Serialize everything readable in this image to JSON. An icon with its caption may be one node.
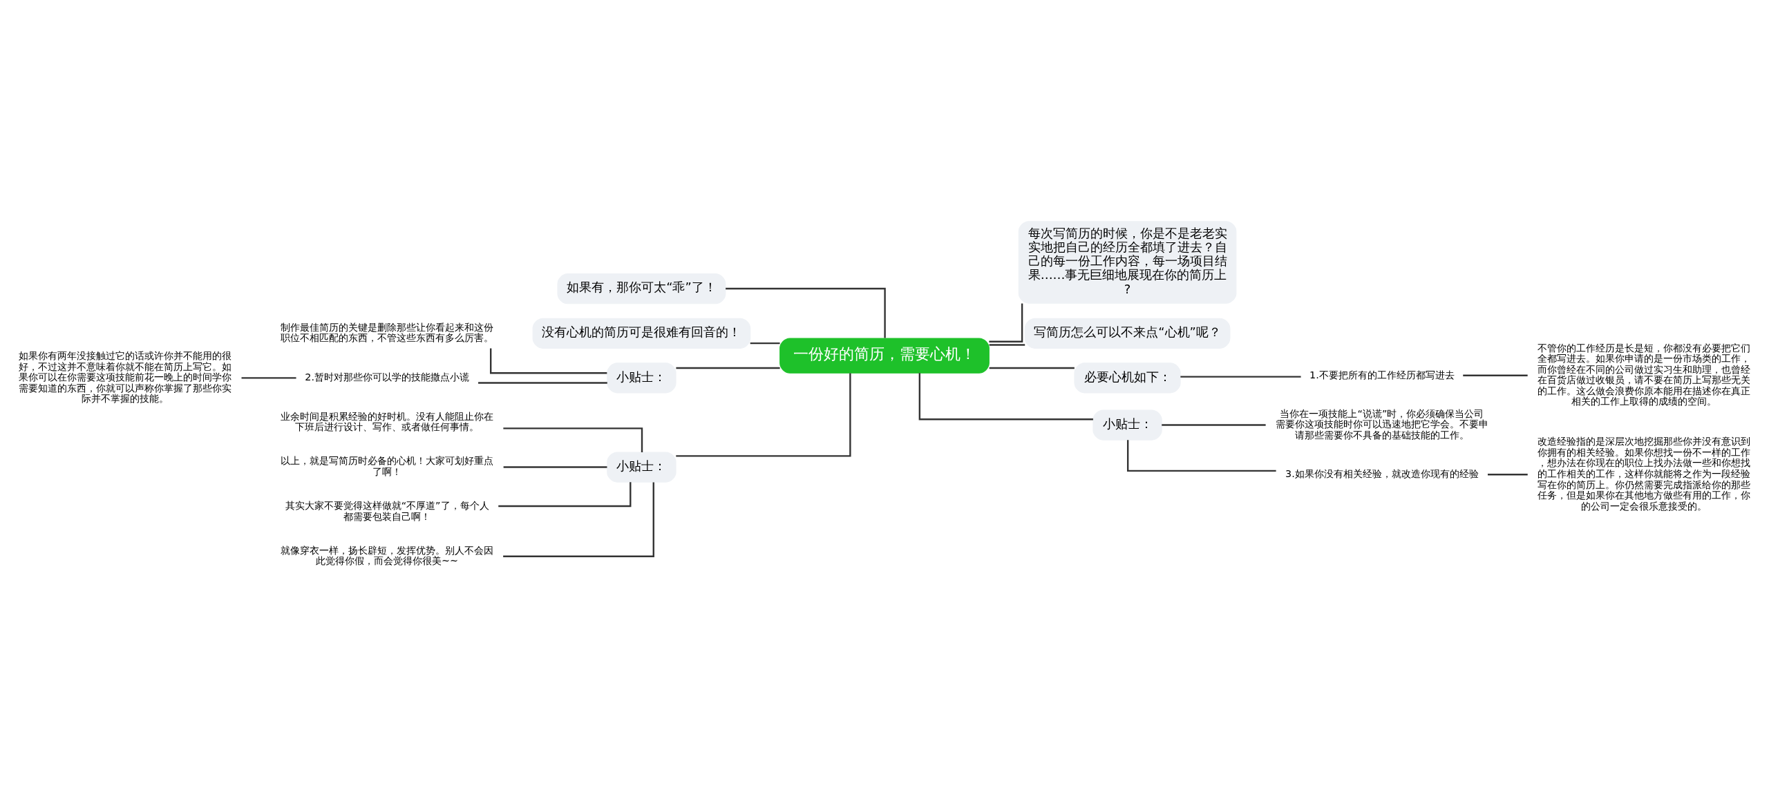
{
  "diagram": {
    "nodes": [
      {
        "text": [
          "一份好的简历，需要心机！"
        ]
      },
      {
        "text": [
          "每次写简历的时候，你是不是老老实实地把自己的经历全都填了进去？自己的每一份工作内容，每一场项目结果……事无巨细地展现在你的简历上?"
        ]
      },
      {
        "text": [
          "写简历怎么可以不来点“心机”呢？"
        ]
      },
      {
        "text": [
          "必要心机如下："
        ]
      },
      {
        "text": [
          "1.不要把所有的工作经历都写进去"
        ]
      },
      {
        "text": [
          "不管你的工作经历是长是短，你都没有必要把它们全都写进去。如果你申请的是一份市场类的工作，而你曾经在不同的公司做过实习生和助理，也曾经在百货店做过收银员，请不要在简历上写那些无关的工作。这么做会浪费你原本能用在描述你在真正相关的工作上取得的成绩的空间。"
        ]
      },
      {
        "text": [
          "小贴士："
        ]
      },
      {
        "text": [
          "当你在一项技能上“说谎”时，你必须确保当公司需要你这项技能时你可以迅速地把它学会。不要申请那些需要你不具备的基础技能的工作。"
        ]
      },
      {
        "text": [
          "3.如果你没有相关经验，就改造你现有的经验"
        ]
      },
      {
        "text": [
          "改造经验指的是深层次地挖掘那些你并没有意识到你拥有的相关经验。如果你想找一份不一样的工作，想办法在你现在的职位上找办法做一些和你想找的工作相关的工作，这样你就能将之作为一段经验写在你的简历上。你仍然需要完成指派给你的那些任务，但是如果你在其他地方做些有用的工作，你的公司一定会很乐意接受的。"
        ]
      },
      {
        "text": [
          "如果有，那你可太“乖”了！"
        ]
      },
      {
        "text": [
          "没有心机的简历可是很难有回音的！"
        ]
      },
      {
        "text": [
          "小贴士："
        ]
      },
      {
        "text": [
          "制作最佳简历的关键是删除那些让你看起来和这份职位不相匹配的东西，不管这些东西有多么厉害。"
        ]
      },
      {
        "text": [
          "2.暂时对那些你可以学的技能撒点小谎"
        ]
      },
      {
        "text": [
          "如果你有两年没接触过它的话或许你并不能用的很好，不过这并不意味着你就不能在简历上写它。如果你可以在你需要这项技能前花一晚上的时间学你需要知道的东西，你就可以声称你掌握了那些你实际并不掌握的技能。"
        ]
      },
      {
        "text": [
          "小贴士："
        ]
      },
      {
        "text": [
          "业余时间是积累经验的好时机。没有人能阻止你在下班后进行设计、写作、或者做任何事情。"
        ]
      },
      {
        "text": [
          "以上，就是写简历时必备的心机！大家可划好重点了啊！"
        ]
      },
      {
        "text": [
          "其实大家不要觉得这样做就“不厚道”了，每个人都需要包装自己啊！"
        ]
      },
      {
        "text": [
          "就像穿衣一样，扬长辟短，发挥优势。别人不会因此觉得你假，而会觉得你很美~~"
        ]
      }
    ],
    "edges": [
      {
        "from": 0,
        "to": 1,
        "arrow": "none"
      },
      {
        "from": 0,
        "to": 2,
        "arrow": "none"
      },
      {
        "from": 0,
        "to": 3,
        "arrow": "none"
      },
      {
        "from": 3,
        "to": 4,
        "arrow": "none"
      },
      {
        "from": 4,
        "to": 5,
        "arrow": "none"
      },
      {
        "from": 0,
        "to": 6,
        "arrow": "none"
      },
      {
        "from": 6,
        "to": 7,
        "arrow": "none"
      },
      {
        "from": 6,
        "to": 8,
        "arrow": "none"
      },
      {
        "from": 8,
        "to": 9,
        "arrow": "none"
      },
      {
        "from": 0,
        "to": 10,
        "arrow": "none"
      },
      {
        "from": 0,
        "to": 11,
        "arrow": "none"
      },
      {
        "from": 0,
        "to": 12,
        "arrow": "none"
      },
      {
        "from": 12,
        "to": 13,
        "arrow": "none"
      },
      {
        "from": 12,
        "to": 14,
        "arrow": "none"
      },
      {
        "from": 14,
        "to": 15,
        "arrow": "none"
      },
      {
        "from": 0,
        "to": 16,
        "arrow": "none"
      },
      {
        "from": 16,
        "to": 17,
        "arrow": "none"
      },
      {
        "from": 16,
        "to": 18,
        "arrow": "none"
      },
      {
        "from": 16,
        "to": 19,
        "arrow": "none"
      },
      {
        "from": 16,
        "to": 20,
        "arrow": "none"
      }
    ]
  }
}
